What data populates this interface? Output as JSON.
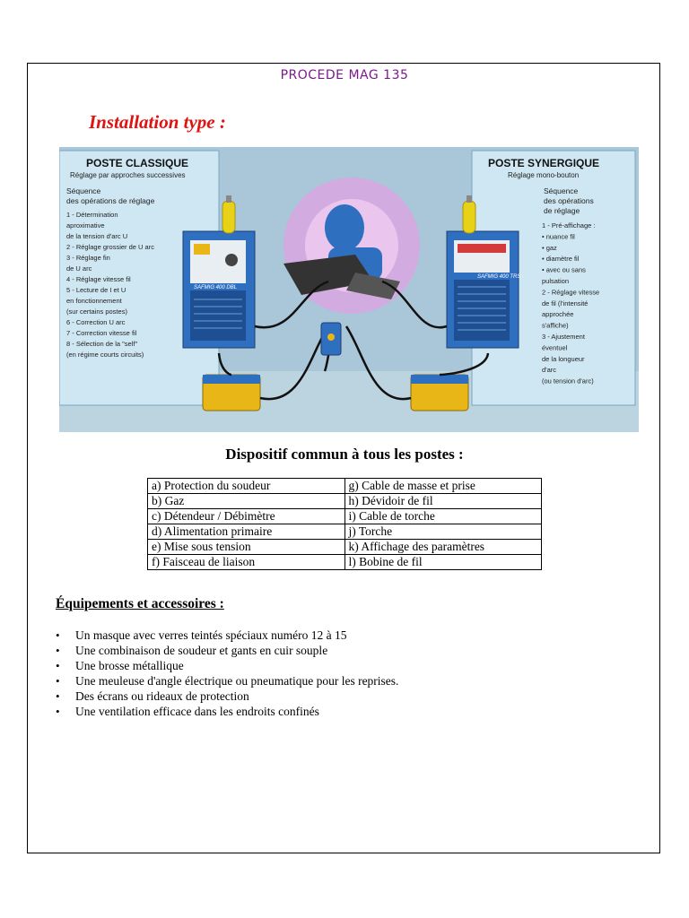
{
  "header": {
    "title": "PROCEDE MAG 135"
  },
  "installation": {
    "title": "Installation type :"
  },
  "illustration": {
    "left_panel": {
      "title": "POSTE CLASSIQUE",
      "subtitle": "Réglage par approches successives",
      "sequence_title_1": "Séquence",
      "sequence_title_2": "des opérations de réglage",
      "steps": [
        "1 - Détermination",
        "aproximative",
        "de la tension d'arc U",
        "2 - Réglage grossier de U arc",
        "3 - Réglage fin",
        "de U arc",
        "4 - Réglage vitesse fil",
        "5 - Lecture de I et U",
        "en fonctionnement",
        "(sur certains postes)",
        "6 - Correction U arc",
        "7 - Correction vitesse fil",
        "8 - Sélection de la \"self\"",
        "(en régime courts circuits)"
      ]
    },
    "right_panel": {
      "title": "POSTE SYNERGIQUE",
      "subtitle": "Réglage mono-bouton",
      "sequence_title_1": "Séquence",
      "sequence_title_2": "des opérations",
      "sequence_title_3": "de réglage",
      "steps": [
        "1 - Pré-affichage :",
        "• nuance fil",
        "• gaz",
        "• diamètre fil",
        "• avec ou sans",
        "pulsation",
        "2 - Réglage vitesse",
        "de fil (l'intensité",
        "approchée",
        "s'affiche)",
        "3 - Ajustement",
        "éventuel",
        "de la longueur",
        "d'arc",
        "(ou tension d'arc)"
      ]
    },
    "left_machine_brand": "SAFMIG 400 DBL",
    "right_machine_brand": "SAFMIG 400 TRS"
  },
  "common": {
    "title": "Dispositif commun à tous les postes :"
  },
  "parts_table": [
    [
      "a) Protection du soudeur",
      "g) Cable de masse et prise"
    ],
    [
      "b) Gaz",
      "h) Dévidoir de fil"
    ],
    [
      "c) Détendeur / Débimètre",
      "i) Cable de torche"
    ],
    [
      "d) Alimentation primaire",
      "j) Torche"
    ],
    [
      "e) Mise sous tension",
      "k) Affichage des paramètres"
    ],
    [
      "f) Faisceau de liaison",
      "l) Bobine de fil"
    ]
  ],
  "equipment": {
    "title": "Équipements et accessoires :",
    "items": [
      "Un masque avec verres teintés spéciaux numéro 12 à 15",
      "Une combinaison de soudeur et gants en cuir souple",
      "Une brosse métallique",
      "Une meuleuse d'angle électrique ou pneumatique pour les reprises.",
      "Des écrans ou rideaux de protection",
      "Une ventilation efficace dans les endroits confinés"
    ]
  },
  "colors": {
    "header": "#7a1a8c",
    "install_title": "#e01212",
    "panel_bg": "#cfe7f2",
    "machine": "#2f6fc0",
    "feeder": "#e8b617"
  }
}
